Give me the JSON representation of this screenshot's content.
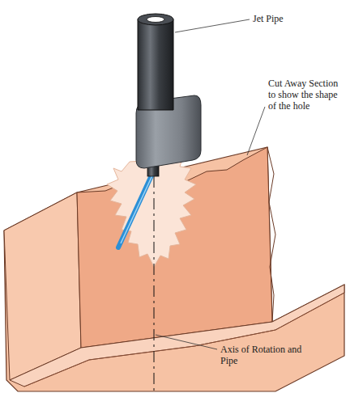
{
  "diagram": {
    "labels": [
      "Jet Pipe",
      "Cut Away Section to show the shape of the hole",
      "Axis of Rotation and Pipe"
    ]
  }
}
